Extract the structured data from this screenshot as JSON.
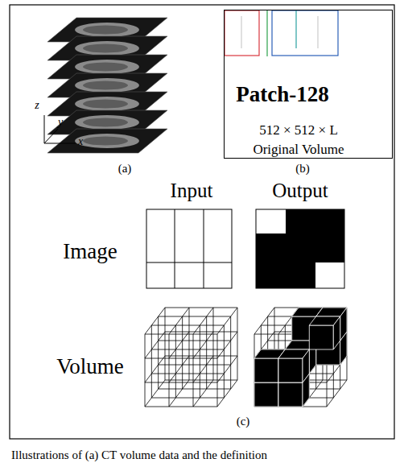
{
  "diagram": {
    "caption": "Illustrations of (a) CT volume data and the definition",
    "nodes": [
      {
        "text": [
          "Patch-128",
          "512 × 512 × L",
          "Original Volume"
        ]
      }
    ],
    "labels": [
      "z",
      "y",
      "x",
      "(a)",
      "(b)",
      "Input",
      "Output",
      "Image",
      "Volume",
      "(c)"
    ]
  }
}
